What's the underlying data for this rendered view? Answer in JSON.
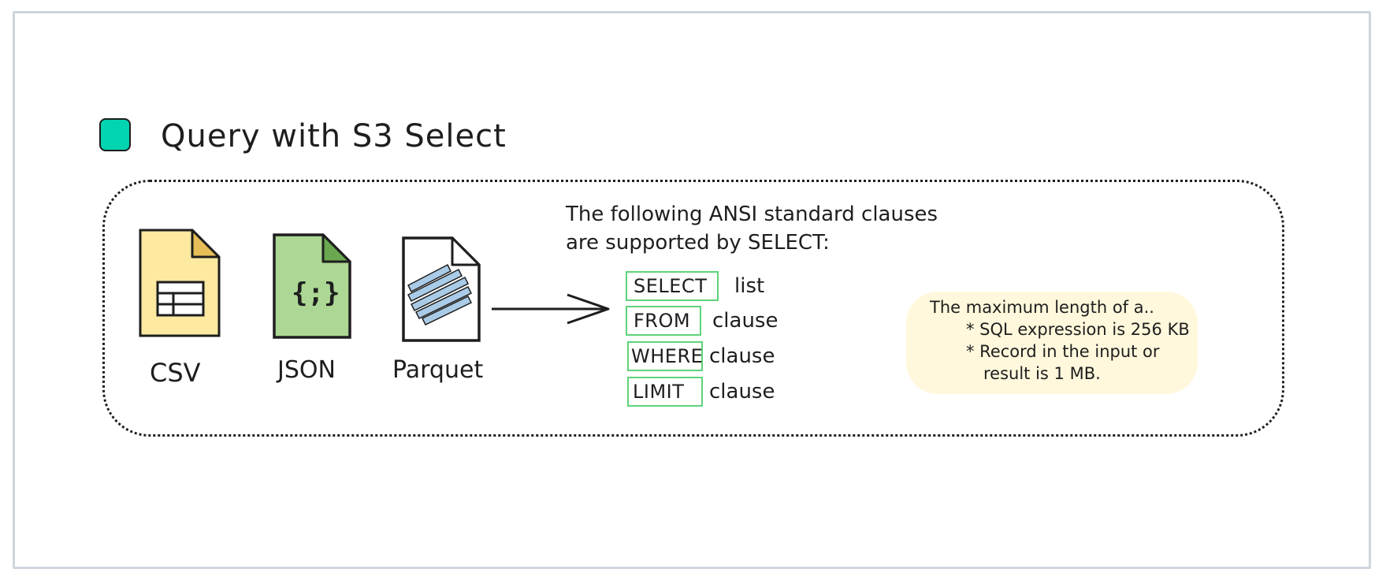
{
  "title": "Query with S3 Select",
  "colors": {
    "badge": "#00d4b0",
    "csv_file": "#fde9a0",
    "json_file": "#acd794",
    "parquet_stripes": "#a9cbe7",
    "clause_border": "#5ed37a",
    "note_bg": "#fff8dc"
  },
  "files": [
    {
      "label": "CSV",
      "icon": "csv-file-icon"
    },
    {
      "label": "JSON",
      "icon": "json-file-icon",
      "glyph": "{;}"
    },
    {
      "label": "Parquet",
      "icon": "parquet-file-icon"
    }
  ],
  "description": {
    "line1": "The following ANSI standard clauses",
    "line2": "are supported by SELECT:"
  },
  "clauses": [
    {
      "keyword": "SELECT",
      "suffix": "list"
    },
    {
      "keyword": "FROM",
      "suffix": "clause"
    },
    {
      "keyword": "WHERE",
      "suffix": "clause"
    },
    {
      "keyword": "LIMIT",
      "suffix": "clause"
    }
  ],
  "note": {
    "heading": "The maximum length of a..",
    "bullet1": "* SQL expression is 256 KB",
    "bullet2_line1": "* Record in the input or",
    "bullet2_line2": "result is 1 MB."
  }
}
